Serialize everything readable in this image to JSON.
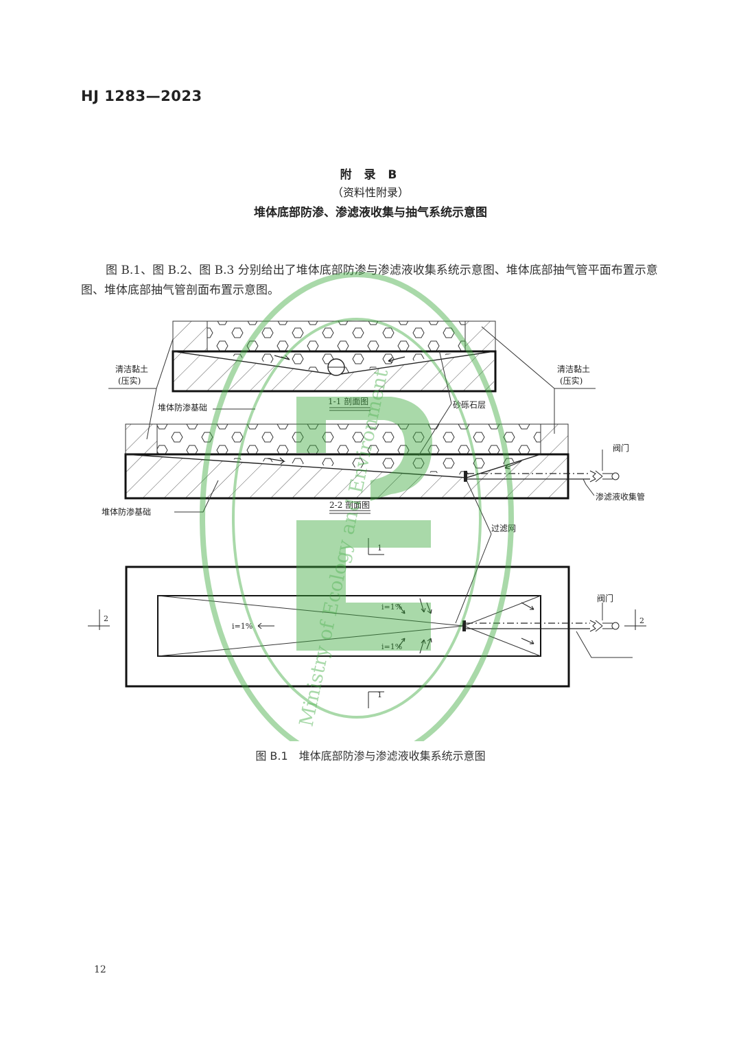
{
  "header": {
    "doc_id": "HJ 1283—2023"
  },
  "appendix": {
    "title": "附 录 B",
    "subtitle": "（资料性附录）",
    "heading": "堆体底部防渗、渗滤液收集与抽气系统示意图"
  },
  "body": {
    "paragraph": "图 B.1、图 B.2、图 B.3 分别给出了堆体底部防渗与渗滤液收集系统示意图、堆体底部抽气管平面布置示意图、堆体底部抽气管剖面布置示意图。"
  },
  "figure": {
    "labels": {
      "clean_clay_left_1": "清洁黏土",
      "clean_clay_left_2": "(压实)",
      "clean_clay_right_1": "清洁黏土",
      "clean_clay_right_2": "(压实)",
      "foundation_top": "堆体防渗基础",
      "foundation_bottom": "堆体防渗基础",
      "section_1_1": "1-1 剖面图",
      "section_2_2": "2-2 剖面图",
      "gravel_layer": "砂砾石层",
      "valve_upper": "阀门",
      "valve_lower": "阀门",
      "leachate_pipe": "渗滤液收集管",
      "filter_mesh": "过滤网",
      "slope_left": "i=1%",
      "slope_upper": "i=1%",
      "slope_lower": "i=1%",
      "mark_1_top": "1",
      "mark_1_bottom": "1",
      "mark_2_left": "2",
      "mark_2_right": "2"
    },
    "watermark_text": "Ministry of Ecology and Environment",
    "colors": {
      "watermark": "#3aa83c",
      "line": "#222222"
    }
  },
  "caption": "图 B.1　堆体底部防渗与渗滤液收集系统示意图",
  "page_number": "12"
}
